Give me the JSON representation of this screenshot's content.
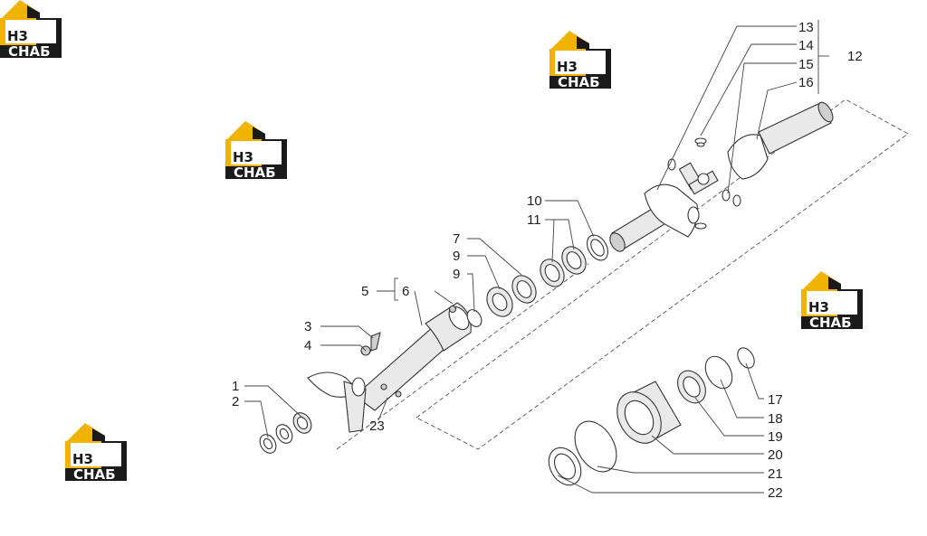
{
  "diagram": {
    "colors": {
      "logo_gold": "#f0b400",
      "logo_dark": "#1a1a1a",
      "line": "#444444"
    },
    "callouts": [
      "1",
      "2",
      "3",
      "4",
      "5",
      "6",
      "7",
      "9",
      "9",
      "10",
      "11",
      "12",
      "13",
      "14",
      "15",
      "16",
      "17",
      "18",
      "19",
      "20",
      "21",
      "22",
      "23"
    ],
    "logo": {
      "mark": "H3",
      "caption": "СНАБ"
    }
  }
}
